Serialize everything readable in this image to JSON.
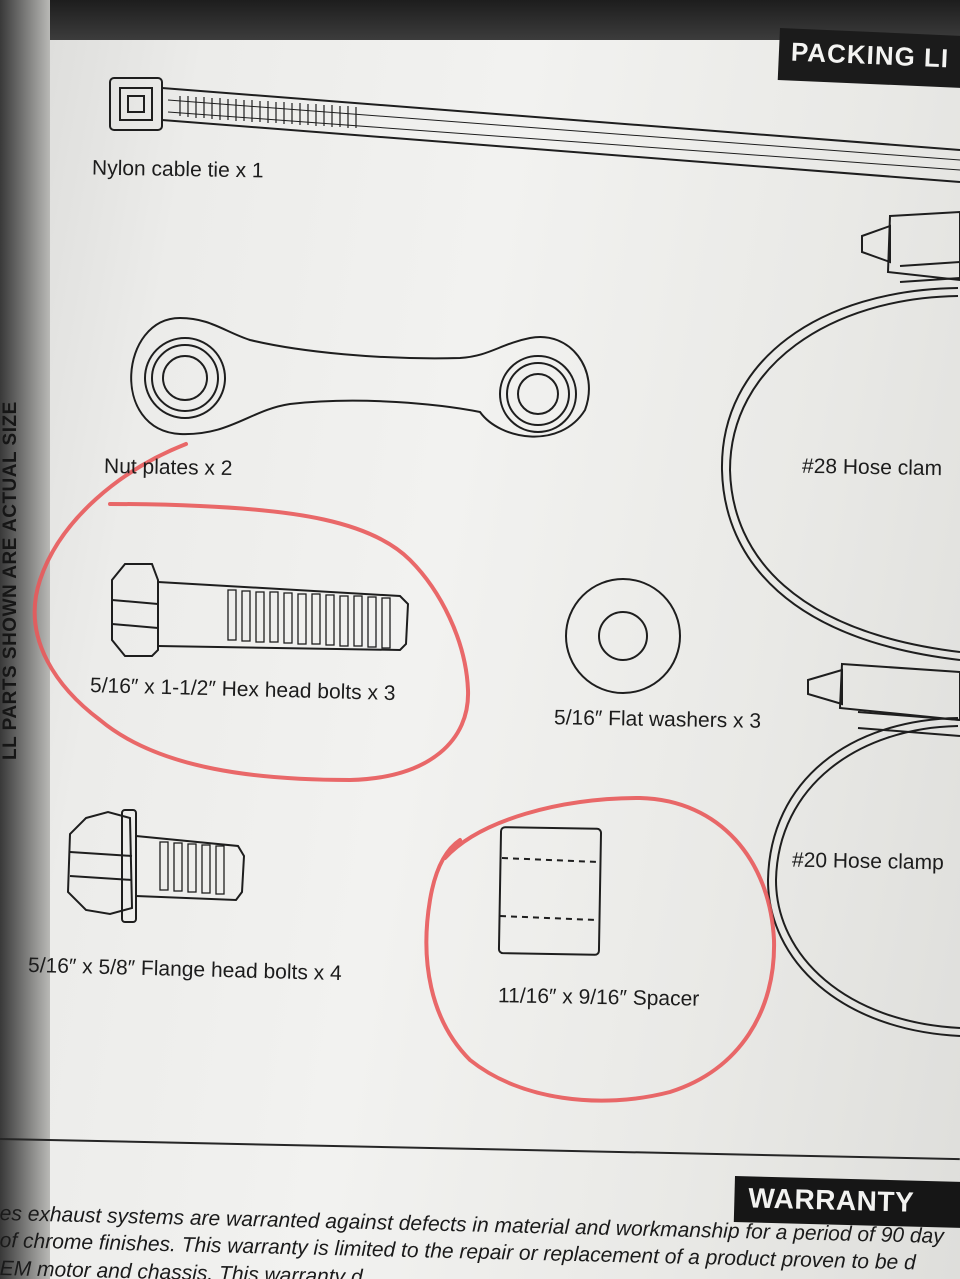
{
  "header": {
    "title": "PACKING LI"
  },
  "side_note": "LL PARTS SHOWN ARE ACTUAL SIZE",
  "parts": {
    "cable_tie": "Nylon cable tie x 1",
    "nut_plates": "Nut plates x 2",
    "hex_bolts": "5/16″ x 1-1/2″ Hex head bolts x 3",
    "flat_washers": "5/16″ Flat washers x 3",
    "flange_bolts": "5/16″ x 5/8″ Flange head bolts x 4",
    "spacer": "11/16″ x 9/16″ Spacer",
    "hose_clamp_28": "#28 Hose clam",
    "hose_clamp_20": "#20 Hose clamp"
  },
  "warranty": {
    "title": "WARRANTY",
    "lines": [
      "es exhaust systems are warranted against defects in material and workmanship for a period of 90 day",
      "of chrome finishes. This warranty is limited to the repair or replacement of a product proven to be d",
      "EM motor and chassis. This warranty d"
    ]
  },
  "colors": {
    "paper": "#f0f0ee",
    "ink": "#1c1c1c",
    "highlight": "#e8595a"
  }
}
